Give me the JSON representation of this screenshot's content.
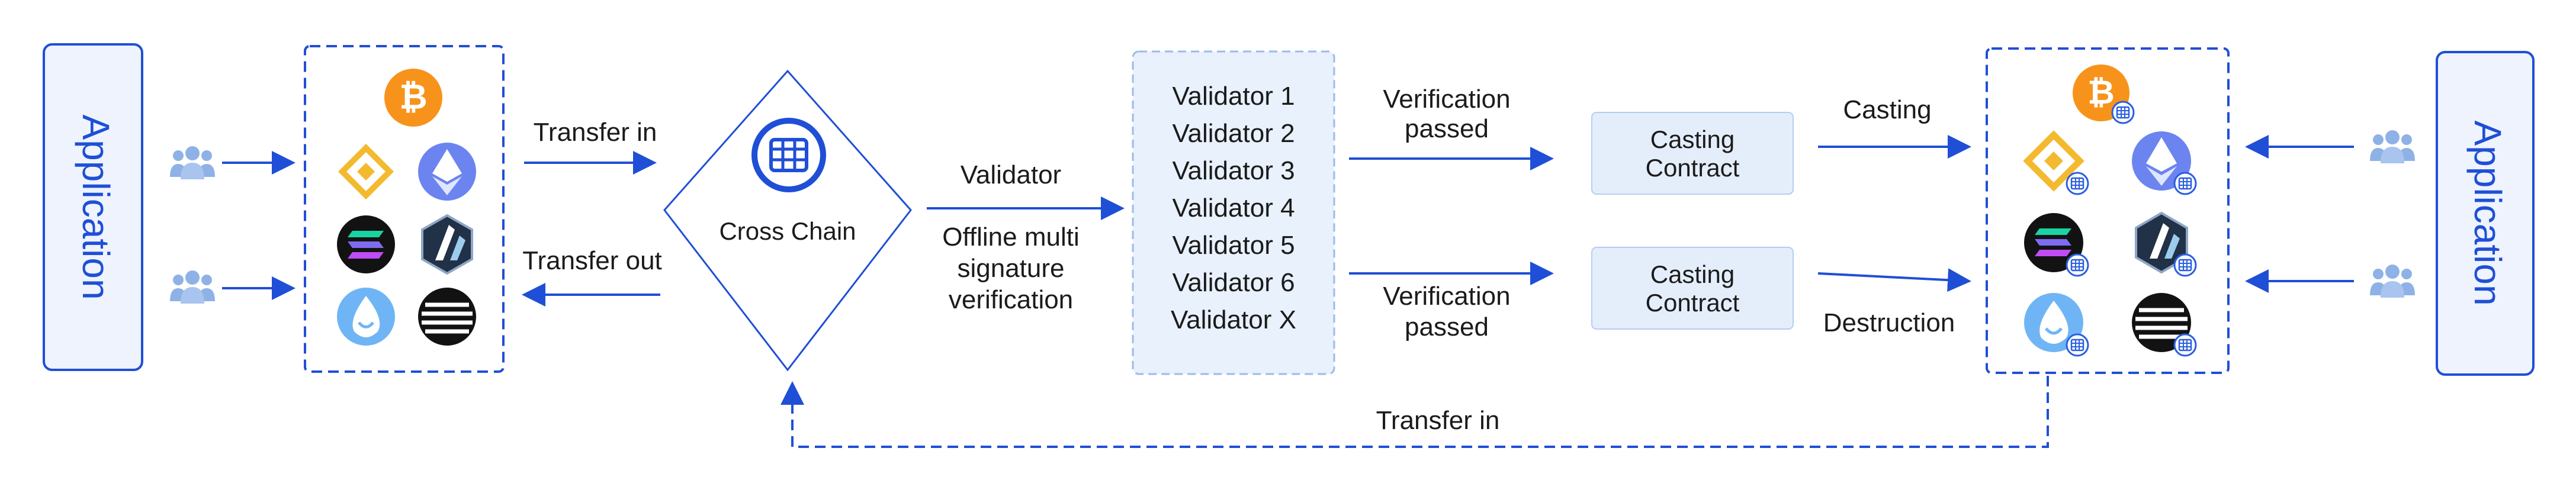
{
  "labels": {
    "application_left": "Application",
    "application_right": "Application",
    "transfer_in": "Transfer in",
    "transfer_out": "Transfer out",
    "cross_chain": "Cross Chain",
    "validator": "Validator",
    "offline_line1": "Offline multi",
    "offline_line2": "signature",
    "offline_line3": "verification",
    "verification_passed_top_1": "Verification",
    "verification_passed_top_2": "passed",
    "verification_passed_bottom_1": "Verification",
    "verification_passed_bottom_2": "passed",
    "casting": "Casting",
    "destruction": "Destruction",
    "casting_contract_top_1": "Casting",
    "casting_contract_top_2": "Contract",
    "casting_contract_bottom_1": "Casting",
    "casting_contract_bottom_2": "Contract",
    "transfer_in_bottom": "Transfer in"
  },
  "validators": [
    "Validator 1",
    "Validator 2",
    "Validator 3",
    "Validator 4",
    "Validator 5",
    "Validator 6",
    "Validator X"
  ],
  "icons": {
    "users": "users-icon",
    "cross_chain": "cross-chain-icon",
    "coins": [
      "bitcoin-icon",
      "bnb-icon",
      "ethereum-icon",
      "solana-icon",
      "arbitrum-icon",
      "sui-icon",
      "aptos-icon"
    ]
  },
  "colors": {
    "accent": "#1f4fd6",
    "app_box_fill": "#eef3fd",
    "panel_fill": "#e8f1fc",
    "contract_fill": "#e4eefb",
    "users": "#8fb2e6",
    "bitcoin": "#f7931a",
    "bnb": "#f3ba2f",
    "ethereum": "#6c84f0",
    "sui": "#5aa6f2",
    "dark": "#121212"
  }
}
